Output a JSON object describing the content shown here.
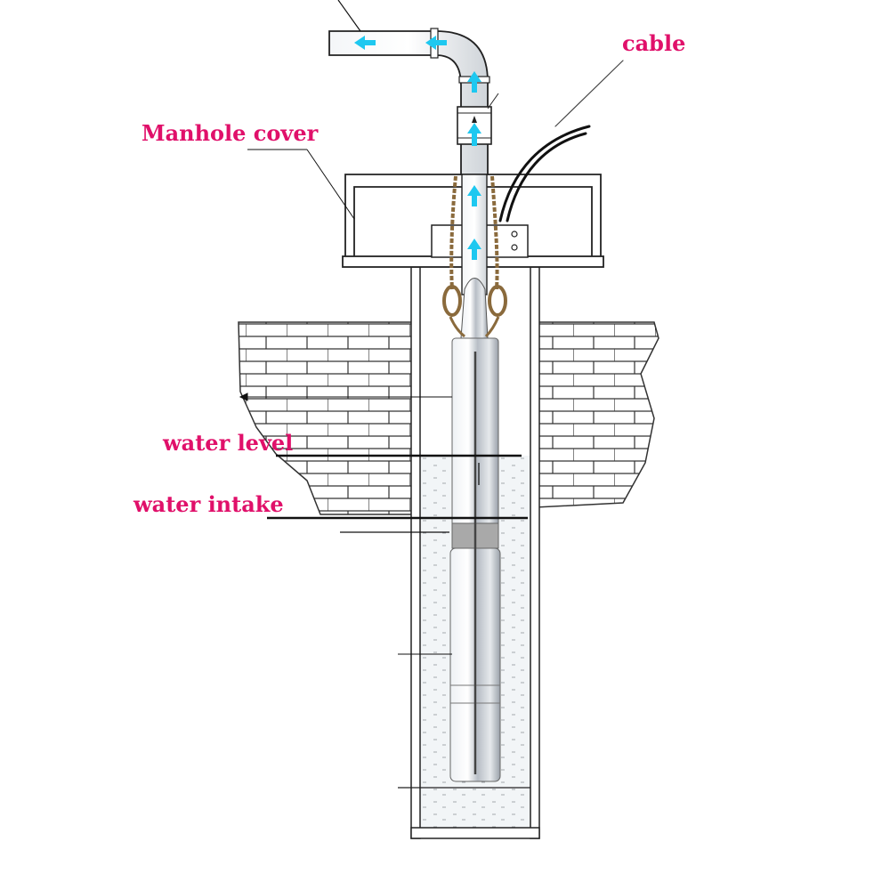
{
  "labels": {
    "cable": "cable",
    "manhole_cover": "Manhole cover",
    "water_level": "water level",
    "water_intake": "water intake"
  },
  "colors": {
    "label_text": "#e0106a",
    "flow_arrow": "#1ec8f0",
    "water": "#eef2f4",
    "pump_body": "#c9ced4",
    "rope": "#8a6a3c",
    "line": "#222222"
  },
  "icons": {
    "flow_arrow": "flow-arrow-icon",
    "rope_knot": "rope-knot-icon"
  }
}
